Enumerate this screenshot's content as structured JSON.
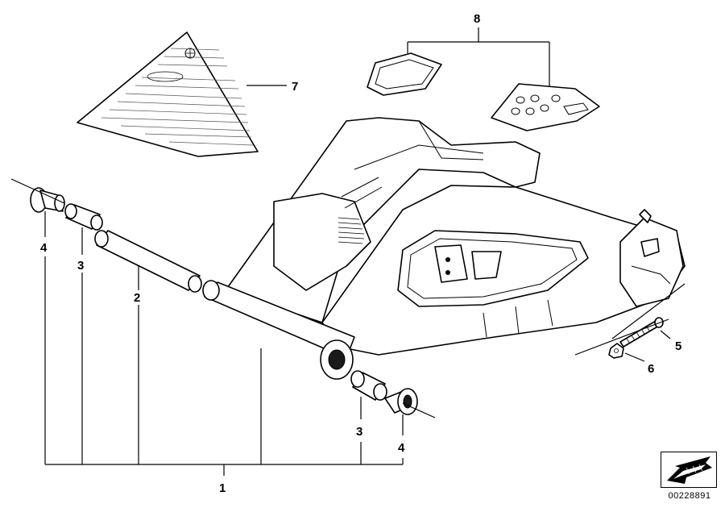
{
  "callouts": {
    "c1": "1",
    "c2": "2",
    "c3a": "3",
    "c3b": "3",
    "c4a": "4",
    "c4b": "4",
    "c5": "5",
    "c6": "6",
    "c7": "7",
    "c8": "8"
  },
  "reference": {
    "number": "00228891"
  }
}
